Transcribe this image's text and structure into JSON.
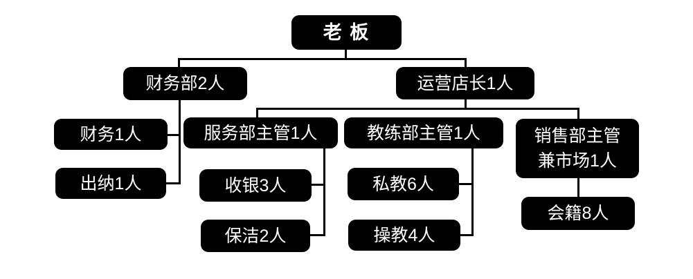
{
  "background": "#ffffff",
  "colors": {
    "node_background": "#000000",
    "node_text": "#ffffff",
    "connector": "#000000"
  },
  "org": {
    "root": {
      "label": "老 板",
      "children": [
        {
          "label": "财务部2人",
          "children": [
            {
              "label": "财务1人"
            },
            {
              "label": "出纳1人"
            }
          ]
        },
        {
          "label": "运营店长1人",
          "children": [
            {
              "label": "服务部主管1人",
              "children": [
                {
                  "label": "收银3人"
                },
                {
                  "label": "保洁2人"
                }
              ]
            },
            {
              "label": "教练部主管1人",
              "children": [
                {
                  "label": "私教6人"
                },
                {
                  "label": "操教4人"
                }
              ]
            },
            {
              "label": "销售部主管兼市场1人",
              "line1": "销售部主管",
              "line2": "兼市场1人",
              "children": [
                {
                  "label": "会籍8人"
                }
              ]
            }
          ]
        }
      ]
    }
  }
}
